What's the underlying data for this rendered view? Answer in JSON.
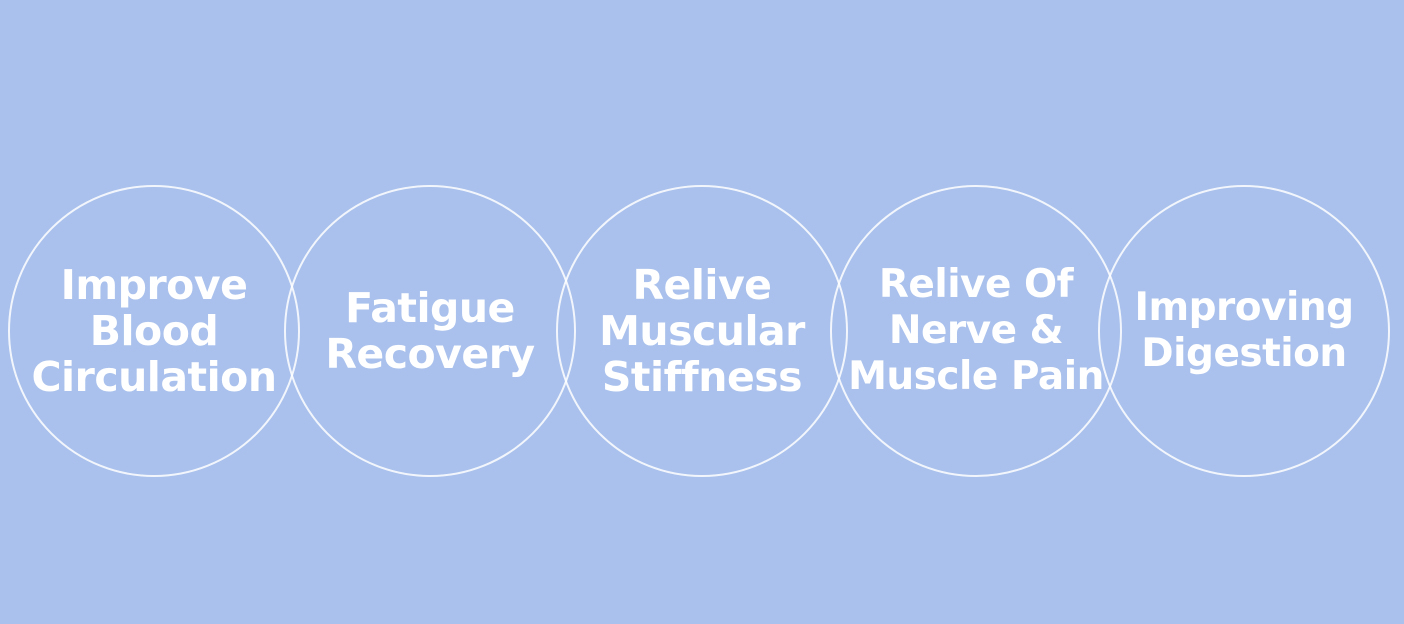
{
  "benefits": [
    {
      "label": "Improve\nBlood\nCirculation"
    },
    {
      "label": "Fatigue\nRecovery"
    },
    {
      "label": "Relive\nMuscular\nStiffness"
    },
    {
      "label": "Relive Of\nNerve &\nMuscle Pain"
    },
    {
      "label": "Improving\nDigestion"
    }
  ],
  "colors": {
    "background": "#a9c1ec",
    "text": "#ffffff",
    "ring": "#ffffff"
  }
}
